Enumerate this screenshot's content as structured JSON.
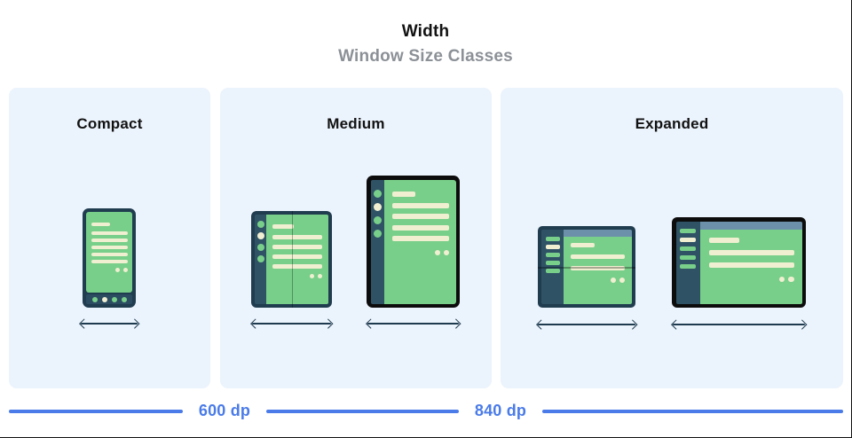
{
  "header": {
    "title": "Width",
    "subtitle": "Window Size Classes"
  },
  "panels": [
    {
      "id": "compact",
      "label": "Compact",
      "devices": [
        "phone"
      ]
    },
    {
      "id": "medium",
      "label": "Medium",
      "devices": [
        "foldable-portrait",
        "tablet-portrait"
      ]
    },
    {
      "id": "expanded",
      "label": "Expanded",
      "devices": [
        "foldable-landscape",
        "desktop-display"
      ]
    }
  ],
  "axis": {
    "labels": [
      "600 dp",
      "840 dp"
    ]
  },
  "colors": {
    "page_bg": "#FFFFFF",
    "panel_bg": "#EBF3FC",
    "title_black": "#121212",
    "subtitle_gray": "#8C9197",
    "frame_navy": "#203C4F",
    "frame_black": "#0C0C0C",
    "rail_navy": "#2F5265",
    "navbar_navy": "#2B4C61",
    "screen_green": "#78CF89",
    "cream": "#F0EFD1",
    "header_steel": "#6C90AA",
    "axis_blue": "#4A7BE8",
    "arrow_navy": "#1E3A4E"
  }
}
